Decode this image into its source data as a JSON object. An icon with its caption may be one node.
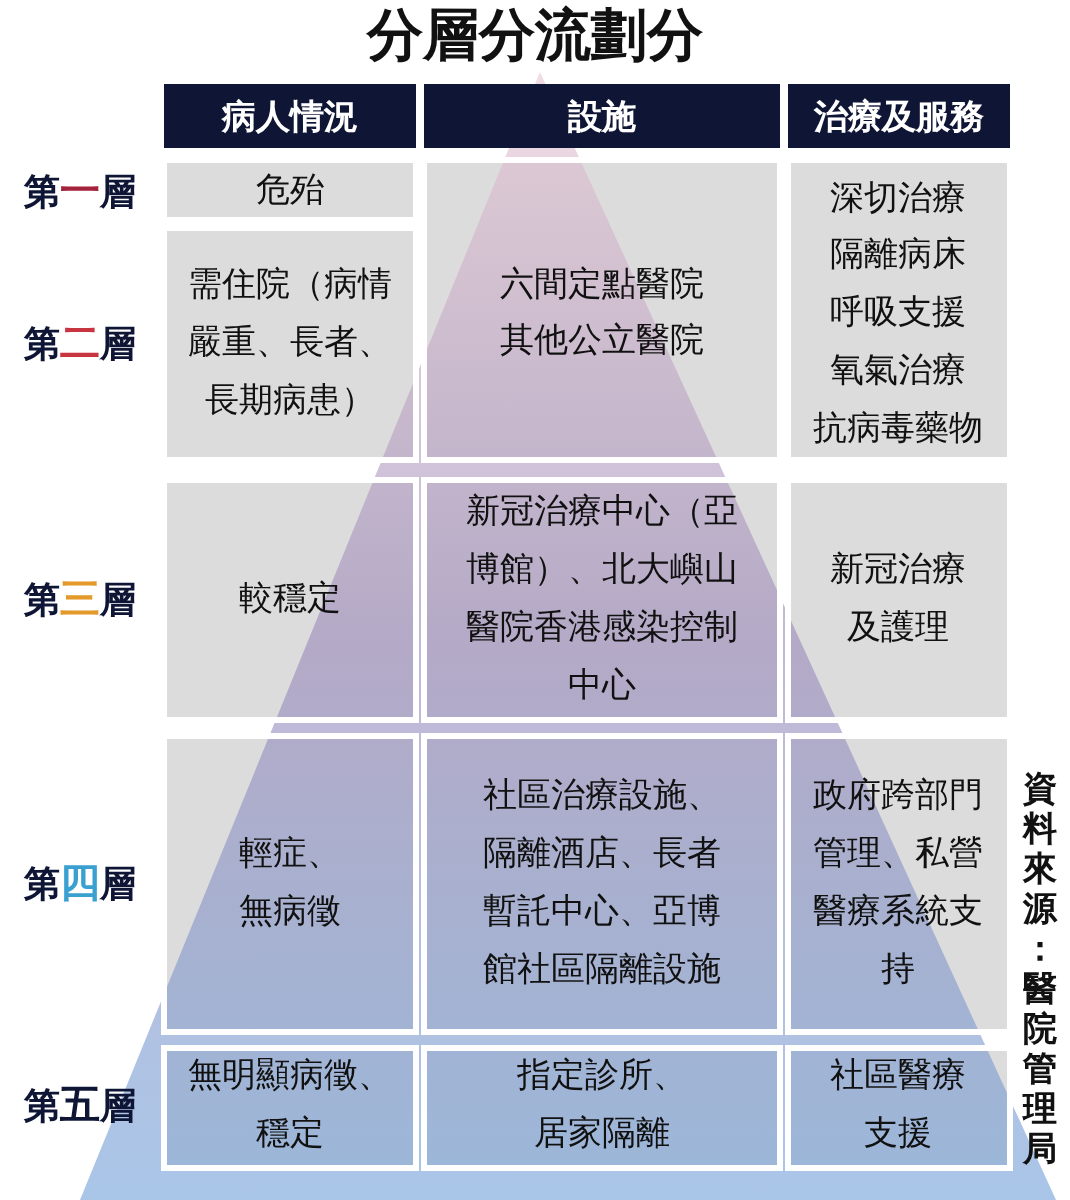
{
  "diagram": {
    "title": "分層分流劃分",
    "labels": [
      "病人情況",
      "設施",
      "治療及服務",
      "第一層",
      "危殆",
      "六間定點醫院",
      "其他公立醫院",
      "深切治療",
      "隔離病床",
      "呼吸支援",
      "氧氣治療",
      "抗病毒藥物",
      "第二層",
      "需住院（病情嚴重、長者、長期病患）",
      "第三層",
      "較穩定",
      "新冠治療中心（亞博館）、北大嶼山醫院香港感染控制中心",
      "新冠治療及護理",
      "第四層",
      "輕症、無病徵",
      "社區治療設施、隔離酒店、長者暫託中心、亞博館社區隔離設施",
      "政府跨部門管理、私營醫療系統支持",
      "第五層",
      "無明顯病徵、穩定",
      "指定診所、居家隔離",
      "社區醫療支援"
    ],
    "caption": "資料來源：醫院管理局"
  }
}
